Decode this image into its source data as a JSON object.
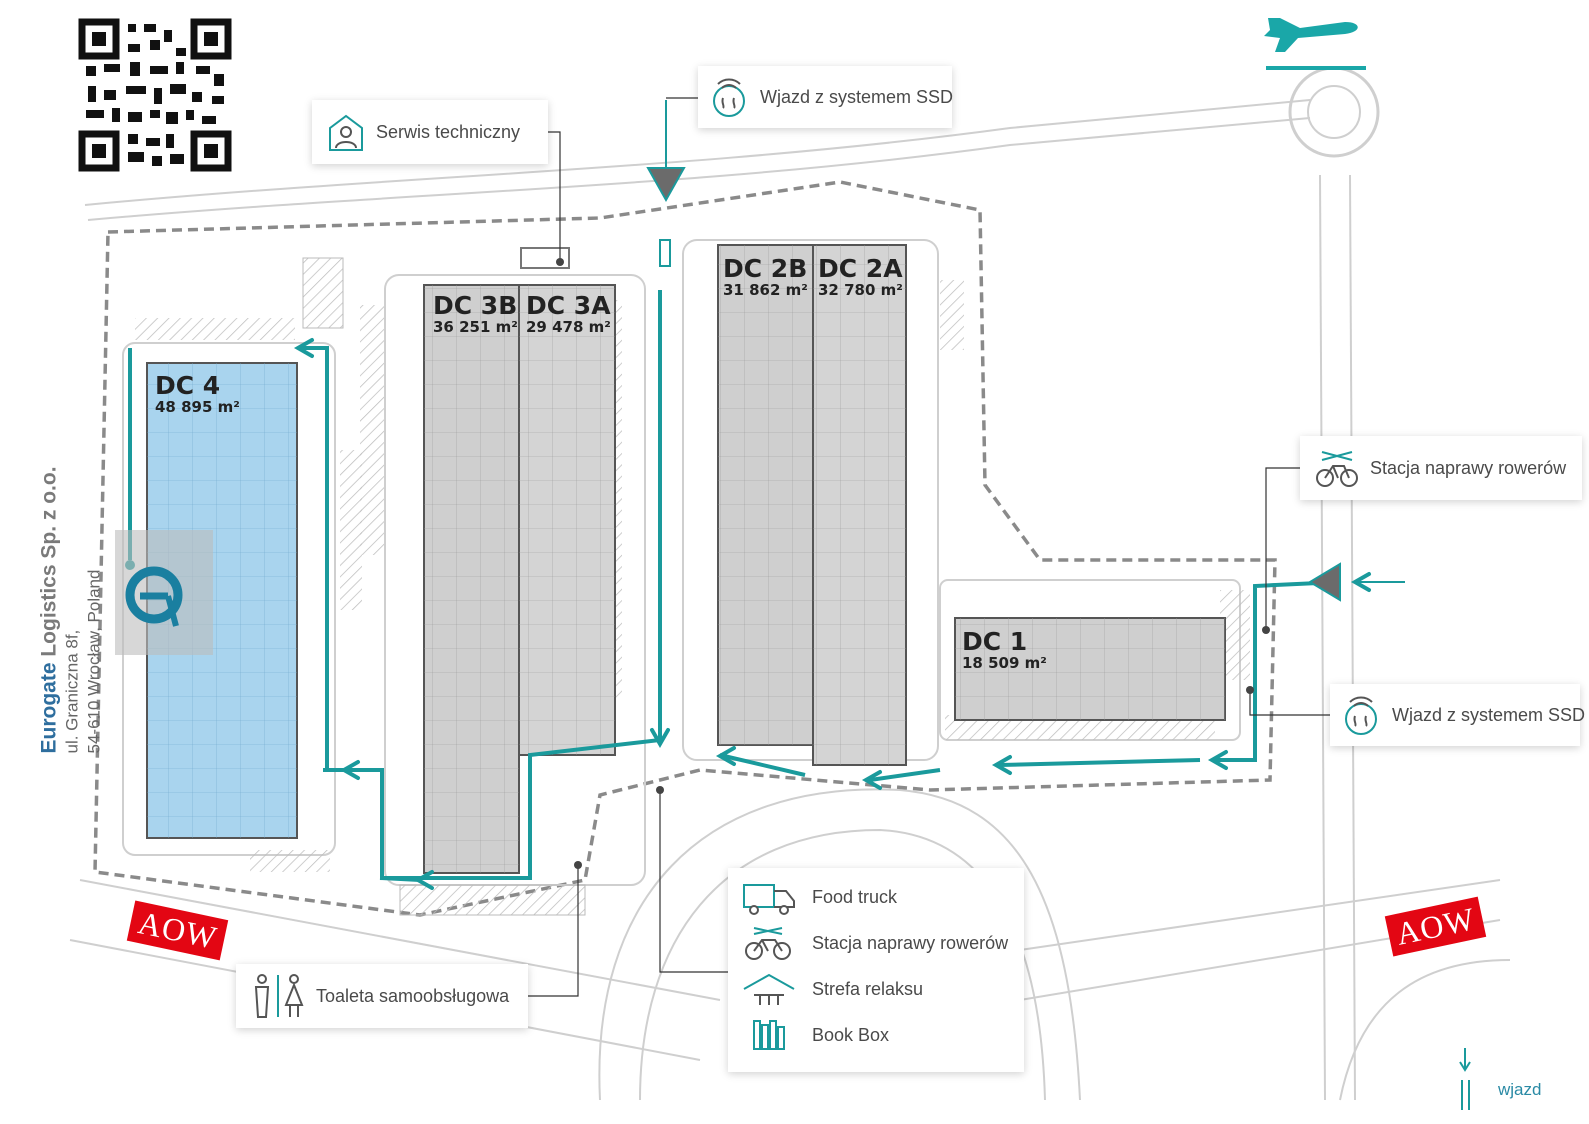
{
  "company": {
    "name_part1": "Eurogate",
    "name_part2": " Logistics Sp. z o.o.",
    "address_line1": "ul. Graniczna 8f,",
    "address_line2": "54-610 Wrocław, Poland"
  },
  "buildings": [
    {
      "name": "DC 4",
      "area": "48 895 m²"
    },
    {
      "name": "DC 3B",
      "area": "36 251 m²"
    },
    {
      "name": "DC 3A",
      "area": "29 478 m²"
    },
    {
      "name": "DC 2B",
      "area": "31 862 m²"
    },
    {
      "name": "DC 2A",
      "area": "32 780 m²"
    },
    {
      "name": "DC 1",
      "area": "18 509 m²"
    }
  ],
  "callouts": {
    "service": "Serwis techniczny",
    "entry_top": "Wjazd z systemem SSD",
    "bike_station": "Stacja naprawy rowerów",
    "entry_right": "Wjazd z systemem SSD",
    "toilet": "Toaleta samoobsługowa"
  },
  "amenities": [
    {
      "label": "Food truck",
      "icon": "food-truck-icon"
    },
    {
      "label": "Stacja naprawy rowerów",
      "icon": "bike-repair-icon"
    },
    {
      "label": "Strefa relaksu",
      "icon": "relax-zone-icon"
    },
    {
      "label": "Book Box",
      "icon": "book-box-icon"
    }
  ],
  "signs": {
    "aow_left": "AOW",
    "aow_right": "AOW"
  },
  "legend": {
    "entry": "wjazd"
  },
  "colors": {
    "route": "#1a9a9c",
    "dc4_fill": "#a9d4ee",
    "building_fill": "#cfcfcf",
    "aow_red": "#e30613",
    "airplane": "#1aa7a8"
  }
}
